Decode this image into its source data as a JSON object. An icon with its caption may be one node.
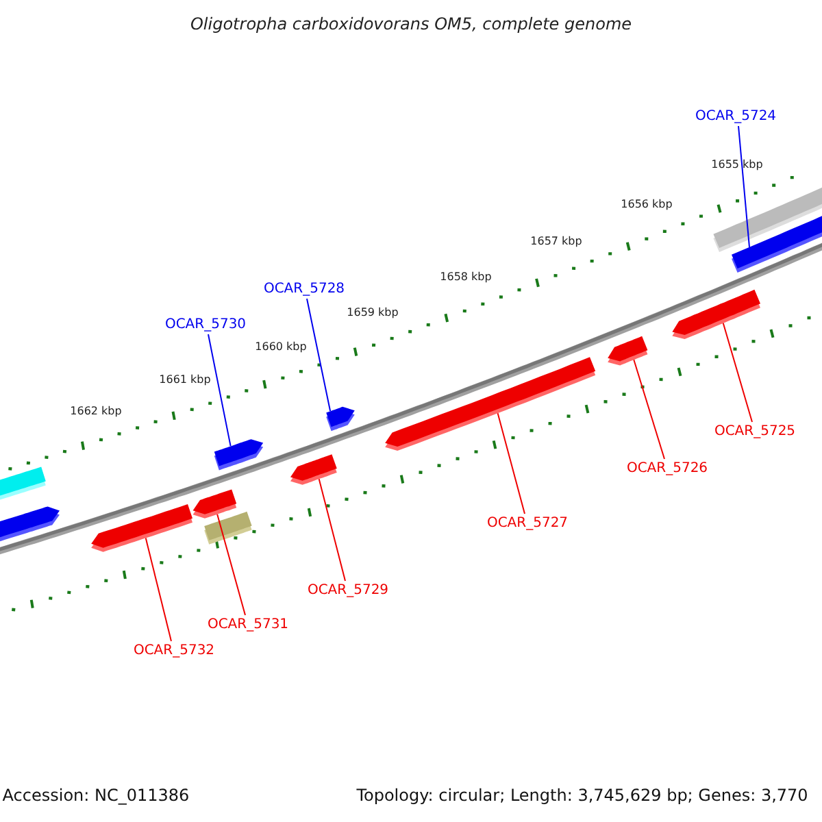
{
  "diagram": {
    "title": "Oligotropha carboxidovorans OM5, complete genome",
    "nodes": [
      {
        "text": [
          "OCAR_5724"
        ]
      },
      {
        "text": [
          "OCAR_5728"
        ]
      },
      {
        "text": [
          "OCAR_5730"
        ]
      },
      {
        "text": [
          "OCAR_5725"
        ]
      },
      {
        "text": [
          "OCAR_5726"
        ]
      },
      {
        "text": [
          "OCAR_5727"
        ]
      },
      {
        "text": [
          "OCAR_5729"
        ]
      },
      {
        "text": [
          "OCAR_5731"
        ]
      },
      {
        "text": [
          "OCAR_5732"
        ]
      },
      {
        "text": [],
        "shape": "bar"
      },
      {
        "text": [],
        "shape": "bar"
      },
      {
        "text": [],
        "shape": "bar"
      },
      {
        "text": [],
        "shape": "bar"
      },
      {
        "text": [],
        "shape": "bar"
      },
      {
        "text": [],
        "shape": "bar"
      },
      {
        "text": [],
        "shape": "bar"
      },
      {
        "text": [],
        "shape": "bar"
      },
      {
        "text": [],
        "shape": "bar"
      },
      {
        "text": [],
        "shape": "bar"
      },
      {
        "text": [],
        "shape": "bar"
      },
      {
        "text": [],
        "shape": "bar"
      },
      {
        "text": [],
        "shape": "bar"
      }
    ],
    "edges": [
      {
        "from": 0,
        "to": 14,
        "arrow": "none",
        "color": "#0000ee"
      },
      {
        "from": 1,
        "to": 12,
        "arrow": "none",
        "color": "#0000ee"
      },
      {
        "from": 2,
        "to": 11,
        "arrow": "none",
        "color": "#0000ee"
      },
      {
        "from": 3,
        "to": 21,
        "arrow": "none"
      },
      {
        "from": 4,
        "to": 20,
        "arrow": "none"
      },
      {
        "from": 5,
        "to": 19,
        "arrow": "none"
      },
      {
        "from": 6,
        "to": 18,
        "arrow": "none"
      },
      {
        "from": 7,
        "to": 16,
        "arrow": "none"
      },
      {
        "from": 8,
        "to": 15,
        "arrow": "none"
      }
    ],
    "labels": [
      "1655 kbp",
      "1656 kbp",
      "1657 kbp",
      "1658 kbp",
      "1659 kbp",
      "1660 kbp",
      "1661 kbp",
      "1662 kbp",
      "Accession: NC_011386",
      "Topology: circular; Length: 3,745,629 bp; Genes: 3,770"
    ]
  }
}
